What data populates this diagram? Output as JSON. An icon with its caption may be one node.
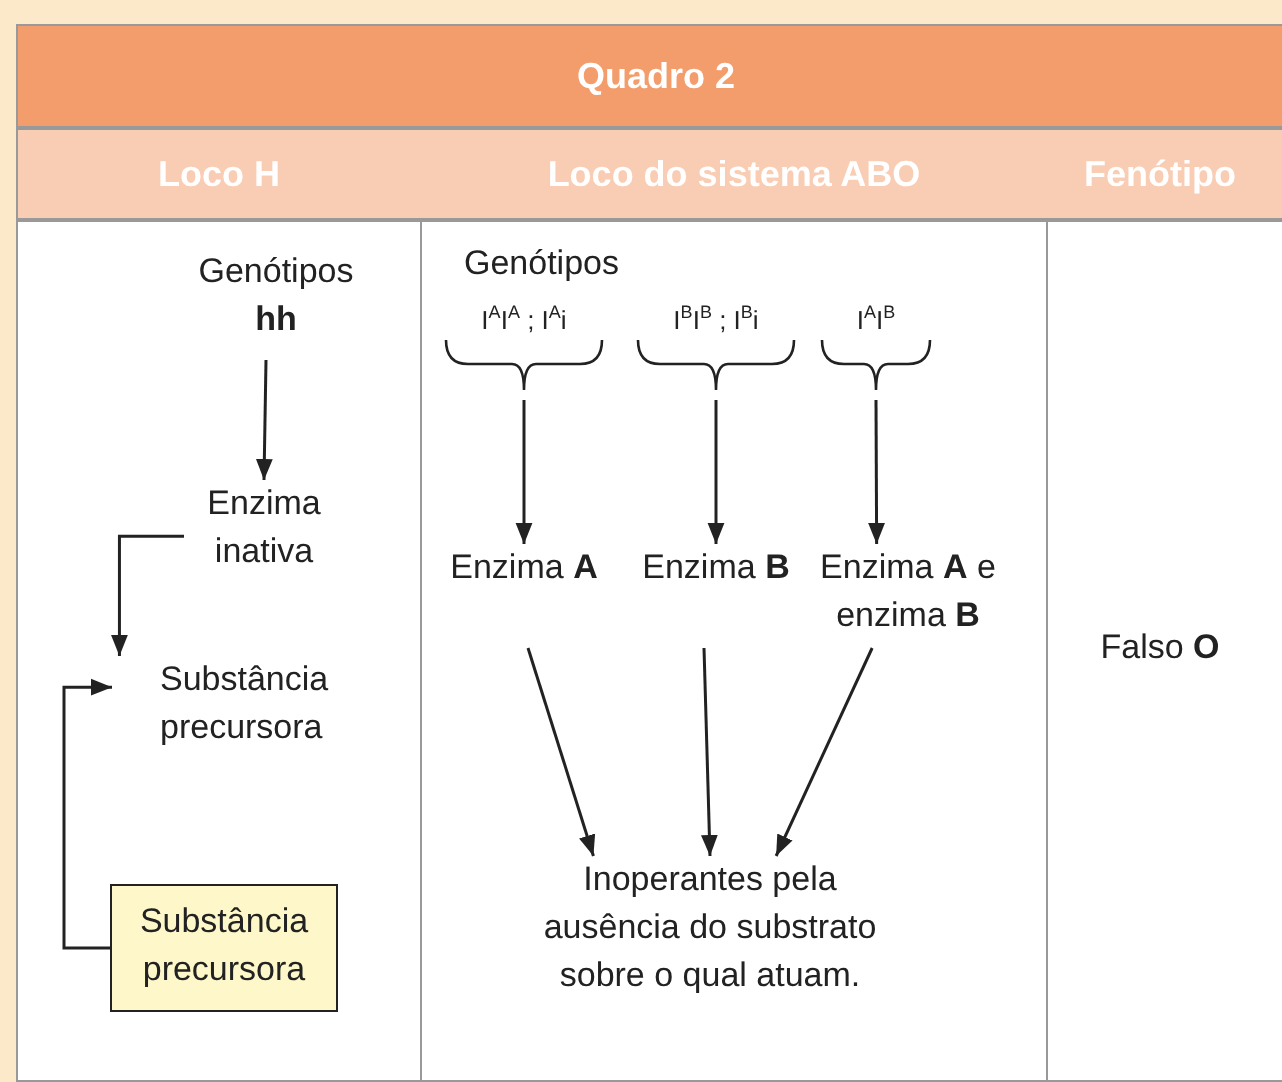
{
  "diagram": {
    "title": "Quadro 2",
    "nodes": [
      {
        "text": [
          "Genótipos **hh**"
        ]
      },
      {
        "text": [
          "Enzima inativa"
        ]
      },
      {
        "text": [
          "Substância precursora"
        ]
      },
      {
        "text": [
          "Substância precursora"
        ]
      },
      {
        "text": [
          "I$^{A}$I$^{A}$ ; I$^{A}$i"
        ]
      },
      {
        "text": [
          "I$^{B}$I$^{B}$ ; I$^{B}$i"
        ]
      },
      {
        "text": [
          "I$^{A}$I$^{B}$"
        ]
      },
      {
        "text": [
          "Enzima **A**"
        ]
      },
      {
        "text": [
          "Enzima **B**"
        ]
      },
      {
        "text": [
          "Enzima **A** e enzima **B**"
        ]
      },
      {
        "text": [
          "Inoperantes pela ausência do substrato sobre o qual atuam."
        ]
      }
    ],
    "edges": [
      {
        "from": 0,
        "to": 1,
        "arrow": "to"
      },
      {
        "from": 1,
        "to": 2,
        "arrow": "to"
      },
      {
        "from": 3,
        "to": 2,
        "arrow": "to"
      },
      {
        "from": 4,
        "to": 7,
        "arrow": "to"
      },
      {
        "from": 5,
        "to": 8,
        "arrow": "to"
      },
      {
        "from": 6,
        "to": 9,
        "arrow": "to"
      },
      {
        "from": 7,
        "to": 10,
        "arrow": "to"
      },
      {
        "from": 8,
        "to": 10,
        "arrow": "to"
      },
      {
        "from": 9,
        "to": 10,
        "arrow": "to"
      }
    ],
    "labels": [
      "Loco H",
      "Loco do sistema ABO",
      "Fenótipo",
      "Genótipos",
      "Falso **O**"
    ]
  }
}
